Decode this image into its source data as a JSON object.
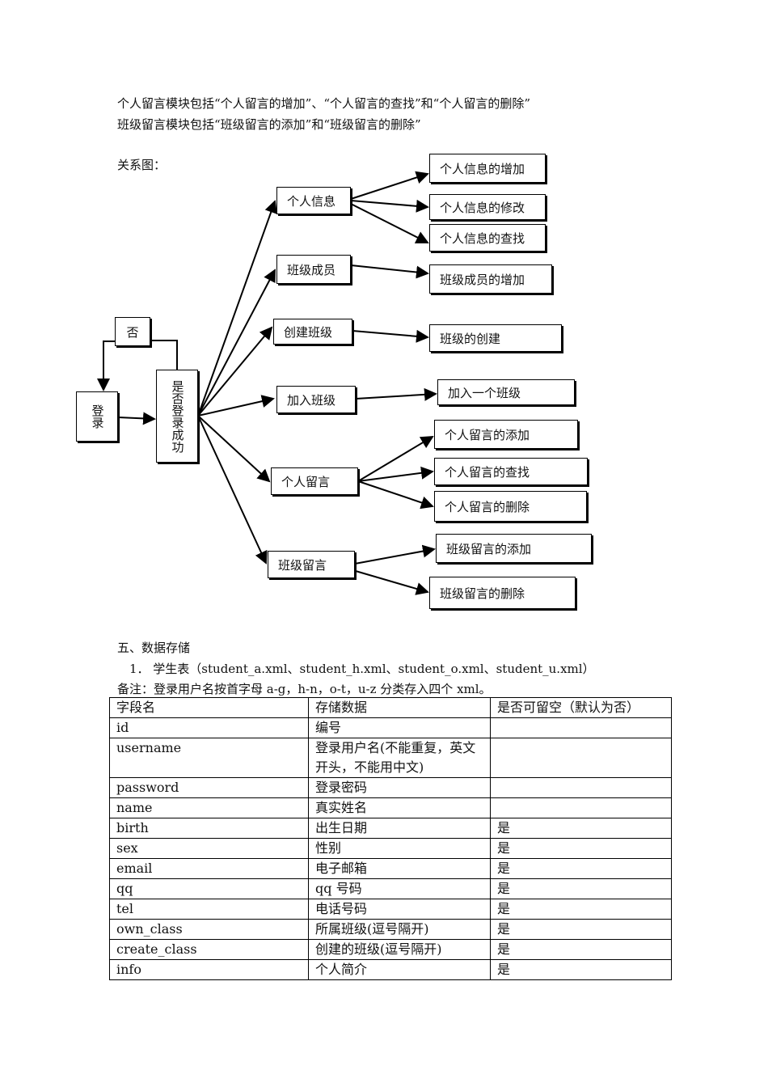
{
  "intro": [
    "个人留言模块包括“个人留言的增加”、“个人留言的查找”和“个人留言的删除”",
    "班级留言模块包括“班级留言的添加”和“班级留言的删除”"
  ],
  "diagram_label": "关系图：",
  "diagram": {
    "no": "否",
    "login": "登录",
    "login_ok": "是否登录成功",
    "mid": [
      "个人信息",
      "班级成员",
      "创建班级",
      "加入班级",
      "个人留言",
      "班级留言"
    ],
    "leaf": [
      "个人信息的增加",
      "个人信息的修改",
      "个人信息的查找",
      "班级成员的增加",
      "班级的创建",
      "加入一个班级",
      "个人留言的添加",
      "个人留言的查找",
      "个人留言的删除",
      "班级留言的添加",
      "班级留言的删除"
    ]
  },
  "section": "五、数据存储",
  "subsection": "1． 学生表（student_a.xml、student_h.xml、student_o.xml、student_u.xml）",
  "note": "备注：登录用户名按首字母 a-g，h-n，o-t，u-z 分类存入四个 xml。",
  "table": {
    "headers": [
      "字段名",
      "存储数据",
      "是否可留空（默认为否）"
    ],
    "rows": [
      [
        "id",
        "编号",
        ""
      ],
      [
        "username",
        "登录用户名(不能重复，英文开头，不能用中文)",
        ""
      ],
      [
        "password",
        "登录密码",
        ""
      ],
      [
        "name",
        "真实姓名",
        ""
      ],
      [
        "birth",
        "出生日期",
        "是"
      ],
      [
        "sex",
        "性别",
        "是"
      ],
      [
        "email",
        "电子邮箱",
        "是"
      ],
      [
        "qq",
        "qq 号码",
        "是"
      ],
      [
        "tel",
        "电话号码",
        "是"
      ],
      [
        "own_class",
        "所属班级(逗号隔开)",
        "是"
      ],
      [
        "create_class",
        "创建的班级(逗号隔开)",
        "是"
      ],
      [
        "info",
        "个人简介",
        "是"
      ]
    ]
  }
}
